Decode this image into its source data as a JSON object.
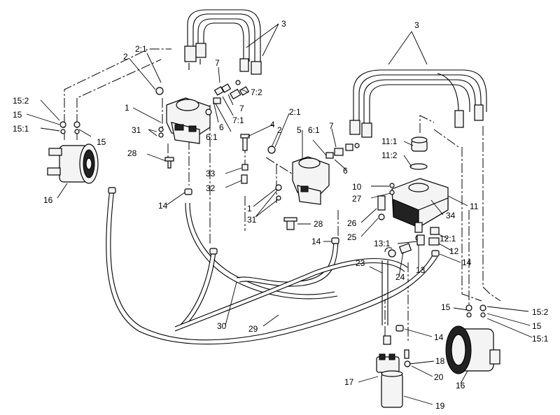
{
  "labels": [
    {
      "id": "l1",
      "text": "3"
    },
    {
      "id": "l2",
      "text": "3"
    },
    {
      "id": "l3",
      "text": "2:1"
    },
    {
      "id": "l4",
      "text": "2"
    },
    {
      "id": "l5",
      "text": "7"
    },
    {
      "id": "l6",
      "text": "7:2"
    },
    {
      "id": "l7",
      "text": "7"
    },
    {
      "id": "l8",
      "text": "7:1"
    },
    {
      "id": "l9",
      "text": "6"
    },
    {
      "id": "l10",
      "text": "6:1"
    },
    {
      "id": "l11",
      "text": "15:2"
    },
    {
      "id": "l12",
      "text": "15"
    },
    {
      "id": "l13",
      "text": "15:1"
    },
    {
      "id": "l14",
      "text": "15"
    },
    {
      "id": "l15",
      "text": "1"
    },
    {
      "id": "l16",
      "text": "31"
    },
    {
      "id": "l17",
      "text": "28"
    },
    {
      "id": "l18",
      "text": "16"
    },
    {
      "id": "l19",
      "text": "14"
    },
    {
      "id": "l20",
      "text": "2:1"
    },
    {
      "id": "l21",
      "text": "4"
    },
    {
      "id": "l22",
      "text": "2"
    },
    {
      "id": "l23",
      "text": "5"
    },
    {
      "id": "l24",
      "text": "6:1"
    },
    {
      "id": "l25",
      "text": "7"
    },
    {
      "id": "l26",
      "text": "6"
    },
    {
      "id": "l27",
      "text": "33"
    },
    {
      "id": "l28",
      "text": "32"
    },
    {
      "id": "l29",
      "text": "1"
    },
    {
      "id": "l30",
      "text": "31"
    },
    {
      "id": "l31",
      "text": "28"
    },
    {
      "id": "l32",
      "text": "11:1"
    },
    {
      "id": "l33",
      "text": "11:2"
    },
    {
      "id": "l34",
      "text": "10"
    },
    {
      "id": "l35",
      "text": "27"
    },
    {
      "id": "l36",
      "text": "11"
    },
    {
      "id": "l37",
      "text": "34"
    },
    {
      "id": "l38",
      "text": "26"
    },
    {
      "id": "l39",
      "text": "25"
    },
    {
      "id": "l40",
      "text": "12:1"
    },
    {
      "id": "l41",
      "text": "12"
    },
    {
      "id": "l42",
      "text": "13:1"
    },
    {
      "id": "l43",
      "text": "14"
    },
    {
      "id": "l44",
      "text": "14"
    },
    {
      "id": "l45",
      "text": "23"
    },
    {
      "id": "l46",
      "text": "24"
    },
    {
      "id": "l47",
      "text": "13"
    },
    {
      "id": "l48",
      "text": "30"
    },
    {
      "id": "l49",
      "text": "29"
    },
    {
      "id": "l50",
      "text": "14"
    },
    {
      "id": "l51",
      "text": "18"
    },
    {
      "id": "l52",
      "text": "20"
    },
    {
      "id": "l53",
      "text": "17"
    },
    {
      "id": "l54",
      "text": "19"
    },
    {
      "id": "l55",
      "text": "15"
    },
    {
      "id": "l56",
      "text": "15:2"
    },
    {
      "id": "l57",
      "text": "15"
    },
    {
      "id": "l58",
      "text": "15:1"
    },
    {
      "id": "l59",
      "text": "16"
    }
  ]
}
